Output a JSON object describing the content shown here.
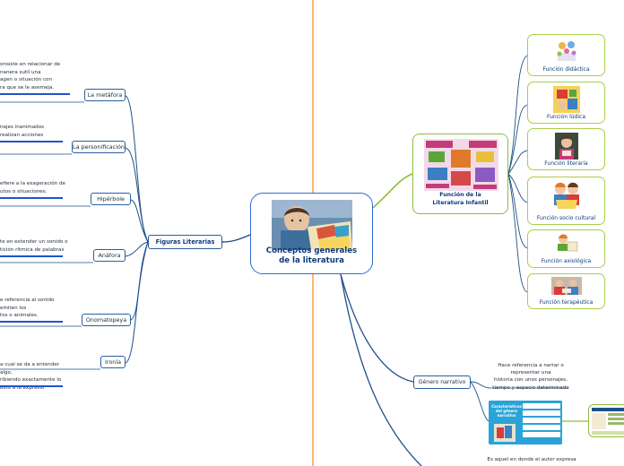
{
  "center": {
    "title": "Conceptos generales\nde la literatura"
  },
  "figuras": {
    "title": "Figuras Literarias",
    "items": [
      {
        "label": "La metáfora",
        "desc": "onsiste en relacionar de\nnanera sutil una\nagen o situación con\nra que se le asemeja."
      },
      {
        "label": "La personificación",
        "desc": "najes inanimados\nrealizan acciones"
      },
      {
        "label": "Hipérbole",
        "desc": "efiere a la exageración de\nutos o situaciones."
      },
      {
        "label": "Anáfora",
        "desc": "te en extender un sonido o\ntición rítmica de palabras"
      },
      {
        "label": "Onomatopeya",
        "desc": "e referencia al sonido\nemiten los\ntos o animales."
      },
      {
        "label": "Ironía",
        "desc": "a cual se da a entender algo,\nribiendo exactamente lo\nesto a la expresió"
      }
    ]
  },
  "funcion": {
    "title": "Función de la\nLiteratura Infantil",
    "items": [
      {
        "label": "Función didáctica"
      },
      {
        "label": "Función lúdica"
      },
      {
        "label": "Función  literaria"
      },
      {
        "label": "Función socio cultural"
      },
      {
        "label": "Función axiológica"
      },
      {
        "label": "Función terapéutica"
      }
    ]
  },
  "genero": {
    "label": "Género narrativo",
    "desc": "Hace referencia a narrar o\nrepresentar una\nhistoria con unos personajes,\ntiempo y espacio determinado",
    "image_title": "Características\ndel género\nnarrativo",
    "next_desc": "Es aquel en donde el autor expresa"
  },
  "colors": {
    "link_blue": "#1f4f8a",
    "link_green": "#8dbd3a",
    "divider_orange": "#f08a1c",
    "accent_blue": "#2f6bd6"
  }
}
